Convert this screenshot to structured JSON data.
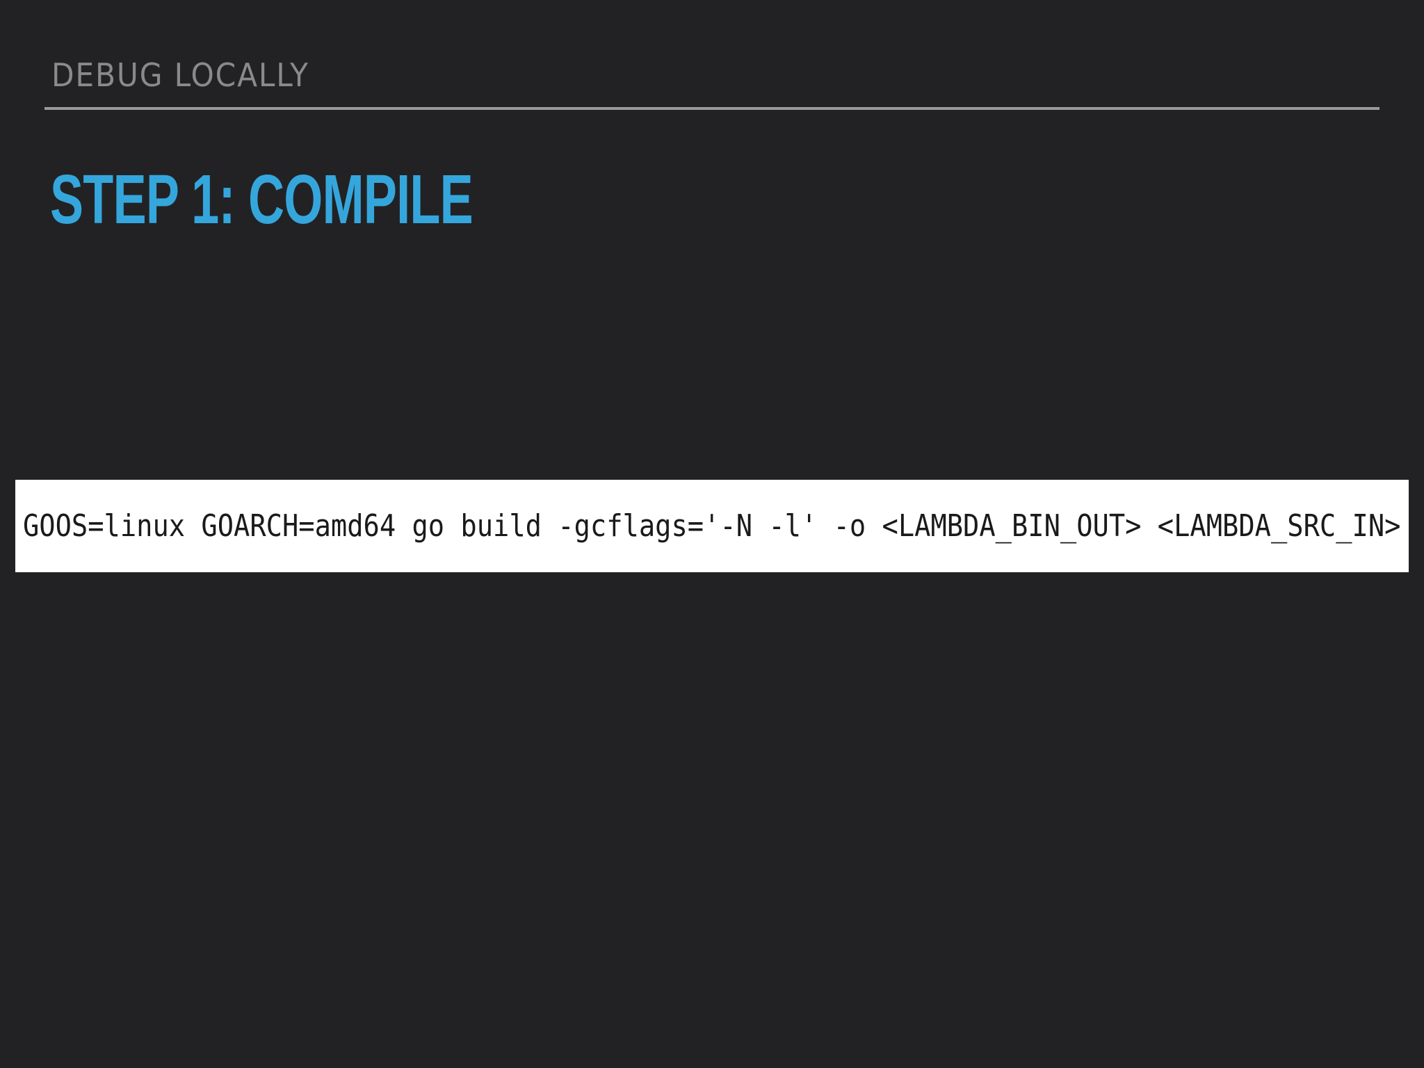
{
  "slide": {
    "section_title": "DEBUG LOCALLY",
    "title": "STEP 1: COMPILE",
    "code": "GOOS=linux GOARCH=amd64 go build -gcflags='-N -l' -o <LAMBDA_BIN_OUT> <LAMBDA_SRC_IN>"
  },
  "colors": {
    "background": "#222224",
    "section_title": "#8a8a8a",
    "rule": "#9a9a9a",
    "title": "#35a6dc",
    "code_background": "#ffffff",
    "code_text": "#1a1a1a"
  }
}
